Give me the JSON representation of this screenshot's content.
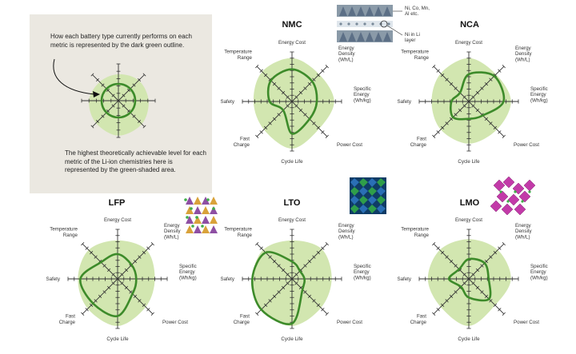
{
  "legend": {
    "top_text": "How each battery type currently performs on each metric is represented by the dark green outline.",
    "bottom_text": "The highest theoretically achievable level for each metric of the Li-ion chemistries here is represented by the green-shaded area."
  },
  "structure_labels": {
    "layer_metals": "Ni, Co, Mn, Al etc.",
    "li_layer": "Ni in Li layer"
  },
  "colors": {
    "shade": "#d2e6b0",
    "outline": "#3d8b2a",
    "axis": "#333333",
    "legend_bg": "#ebe8e1"
  },
  "chart_data": [
    {
      "type": "radar",
      "title": "NMC",
      "axes": [
        "Energy Cost",
        "Energy Density (Wh/L)",
        "Specific Energy (Wh/kg)",
        "Power Cost",
        "Cycle Life",
        "Fast Charge",
        "Safety",
        "Temperature Range"
      ],
      "axes_lines": [
        [
          "Energy Cost"
        ],
        [
          "Energy",
          "Density",
          "(Wh/L)"
        ],
        [
          "Specific",
          "Energy",
          "(Wh/kg)"
        ],
        [
          "Power Cost"
        ],
        [
          "Cycle Life"
        ],
        [
          "Fast",
          "Charge"
        ],
        [
          "Safety"
        ],
        [
          "Temperature",
          "Range"
        ]
      ],
      "scale_max": 4,
      "current": [
        2.6,
        2.3,
        2.0,
        2.0,
        2.6,
        1.0,
        1.8,
        2.4
      ],
      "potential": [
        3.5,
        3.1,
        3.4,
        3.1,
        3.8,
        3.2,
        3.1,
        3.4
      ]
    },
    {
      "type": "radar",
      "title": "NCA",
      "axes": [
        "Energy Cost",
        "Energy Density (Wh/L)",
        "Specific Energy (Wh/kg)",
        "Power Cost",
        "Cycle Life",
        "Fast Charge",
        "Safety",
        "Temperature Range"
      ],
      "axes_lines": [
        [
          "Energy Cost"
        ],
        [
          "Energy",
          "Density",
          "(Wh/L)"
        ],
        [
          "Specific",
          "Energy",
          "(Wh/kg)"
        ],
        [
          "Power Cost"
        ],
        [
          "Cycle Life"
        ],
        [
          "Fast",
          "Charge"
        ],
        [
          "Safety"
        ],
        [
          "Temperature",
          "Range"
        ]
      ],
      "scale_max": 4,
      "current": [
        2.2,
        2.9,
        2.8,
        1.6,
        1.4,
        1.8,
        1.4,
        1.0
      ],
      "potential": [
        3.5,
        3.1,
        3.4,
        3.2,
        3.4,
        3.2,
        3.0,
        3.2
      ]
    },
    {
      "type": "radar",
      "title": "LFP",
      "axes": [
        "Energy Cost",
        "Energy Density (Wh/L)",
        "Specific Energy (Wh/kg)",
        "Power Cost",
        "Cycle Life",
        "Fast Charge",
        "Safety",
        "Temperature Range"
      ],
      "axes_lines": [
        [
          "Energy Cost"
        ],
        [
          "Energy",
          "Density",
          "(Wh/L)"
        ],
        [
          "Specific",
          "Energy",
          "(Wh/kg)"
        ],
        [
          "Power Cost"
        ],
        [
          "Cycle Life"
        ],
        [
          "Fast",
          "Charge"
        ],
        [
          "Safety"
        ],
        [
          "Temperature",
          "Range"
        ]
      ],
      "scale_max": 4,
      "current": [
        2.0,
        1.6,
        1.5,
        1.7,
        3.0,
        2.8,
        3.0,
        1.9
      ],
      "potential": [
        3.1,
        3.3,
        3.0,
        3.2,
        3.8,
        3.4,
        3.2,
        3.3
      ]
    },
    {
      "type": "radar",
      "title": "LTO",
      "axes": [
        "Energy Cost",
        "Energy Density (Wh/L)",
        "Specific Energy (Wh/kg)",
        "Power Cost",
        "Cycle Life",
        "Fast Charge",
        "Safety",
        "Temperature Range"
      ],
      "axes_lines": [
        [
          "Energy Cost"
        ],
        [
          "Energy",
          "Density",
          "(Wh/L)"
        ],
        [
          "Specific",
          "Energy",
          "(Wh/kg)"
        ],
        [
          "Power Cost"
        ],
        [
          "Cycle Life"
        ],
        [
          "Fast",
          "Charge"
        ],
        [
          "Safety"
        ],
        [
          "Temperature",
          "Range"
        ]
      ],
      "scale_max": 4,
      "current": [
        1.4,
        0.9,
        1.0,
        1.2,
        3.6,
        3.5,
        3.2,
        3.0
      ],
      "potential": [
        3.1,
        3.4,
        3.2,
        3.3,
        3.8,
        3.5,
        3.2,
        3.3
      ]
    },
    {
      "type": "radar",
      "title": "LMO",
      "axes": [
        "Energy Cost",
        "Energy Density (Wh/L)",
        "Specific Energy (Wh/kg)",
        "Power Cost",
        "Cycle Life",
        "Fast Charge",
        "Safety",
        "Temperature Range"
      ],
      "axes_lines": [
        [
          "Energy Cost"
        ],
        [
          "Energy",
          "Density",
          "(Wh/L)"
        ],
        [
          "Specific",
          "Energy",
          "(Wh/kg)"
        ],
        [
          "Power Cost"
        ],
        [
          "Cycle Life"
        ],
        [
          "Fast",
          "Charge"
        ],
        [
          "Safety"
        ],
        [
          "Temperature",
          "Range"
        ]
      ],
      "scale_max": 4,
      "current": [
        1.6,
        1.8,
        1.6,
        2.3,
        1.5,
        0.9,
        1.6,
        1.1
      ],
      "potential": [
        3.2,
        3.3,
        3.4,
        3.0,
        3.8,
        3.2,
        3.3,
        3.3
      ]
    }
  ]
}
